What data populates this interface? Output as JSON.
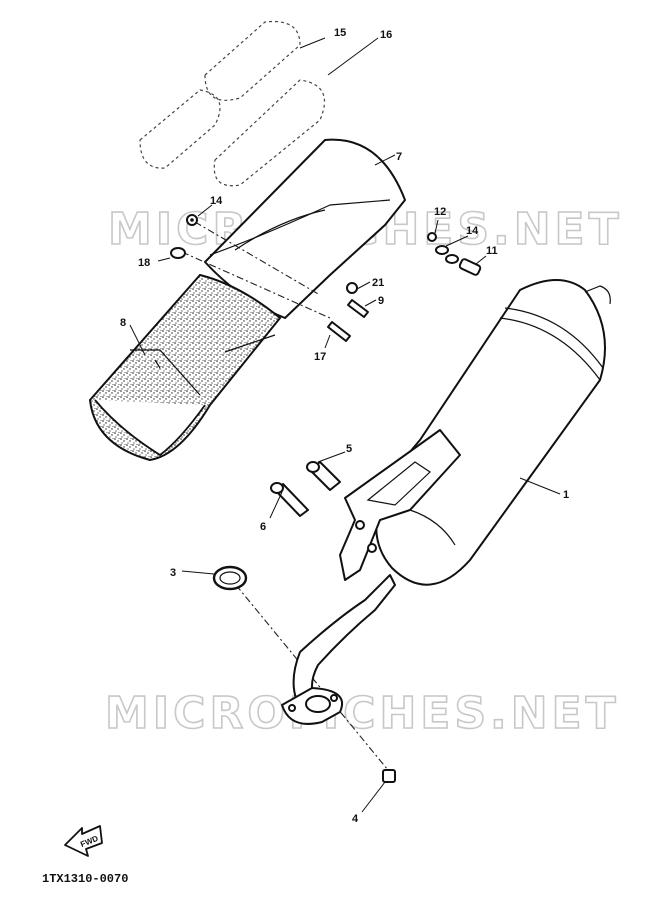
{
  "watermark": {
    "text": "MICROFICHES.NET",
    "color": "#c8c8c8"
  },
  "drawing_code": "1TX1310-0070",
  "fwd_label": "FWD",
  "callouts": [
    {
      "id": "1",
      "label": "1"
    },
    {
      "id": "3",
      "label": "3"
    },
    {
      "id": "4",
      "label": "4"
    },
    {
      "id": "5",
      "label": "5"
    },
    {
      "id": "6",
      "label": "6"
    },
    {
      "id": "7",
      "label": "7"
    },
    {
      "id": "8",
      "label": "8"
    },
    {
      "id": "9",
      "label": "9"
    },
    {
      "id": "11",
      "label": "11"
    },
    {
      "id": "12",
      "label": "12"
    },
    {
      "id": "14a",
      "label": "14"
    },
    {
      "id": "14b",
      "label": "14"
    },
    {
      "id": "15",
      "label": "15"
    },
    {
      "id": "16",
      "label": "16"
    },
    {
      "id": "17",
      "label": "17"
    },
    {
      "id": "18",
      "label": "18"
    },
    {
      "id": "21",
      "label": "21"
    }
  ],
  "colors": {
    "line": "#111111",
    "background": "#ffffff",
    "insulation_fill": "#dcdcdc"
  }
}
